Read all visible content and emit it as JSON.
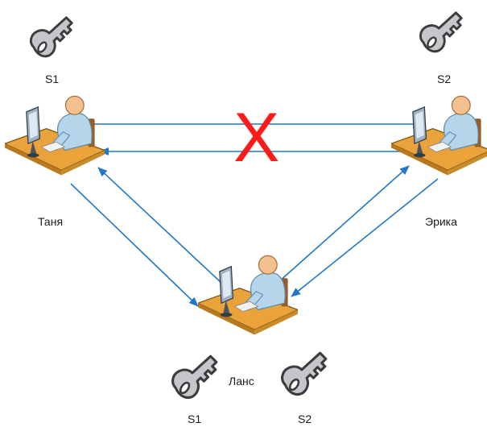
{
  "labels": {
    "tanya": "Таня",
    "erika": "Эрика",
    "lans": "Ланс",
    "key_tl": "S1",
    "key_tr": "S2",
    "key_bl": "S1",
    "key_br": "S2",
    "blocked": "X"
  },
  "colors": {
    "arrow": "#1f78c8",
    "cross": "#ff1a1a",
    "key_fill": "#c4c6cb",
    "key_stroke": "#3c3c3c",
    "desk": "#e9a33a",
    "person": "#b4d5ea",
    "skin": "#f3c08f"
  },
  "icons": {
    "key": "key-icon",
    "user": "user-at-computer-icon"
  }
}
